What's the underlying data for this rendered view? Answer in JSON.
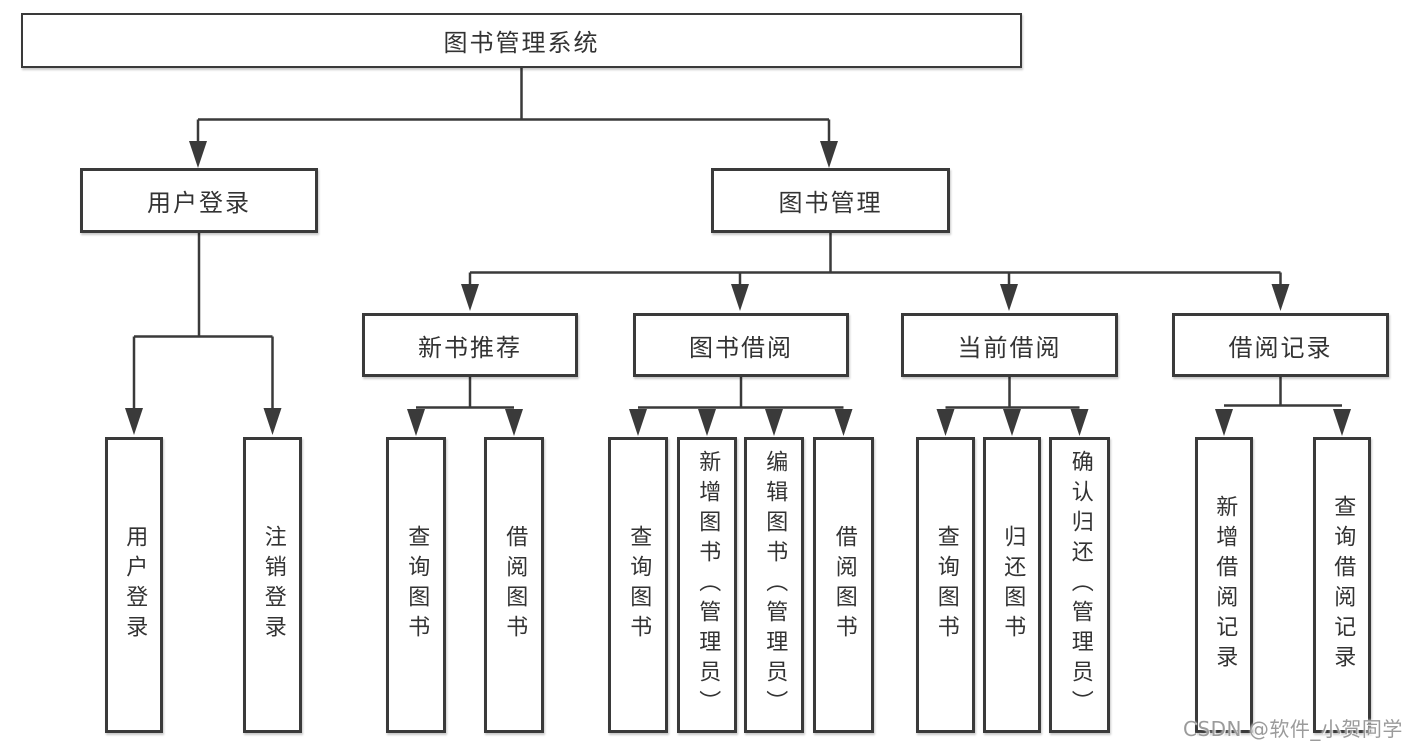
{
  "diagram_title": "图书管理系统",
  "colors": {
    "line": "#3a3a3a",
    "box_border": "#3a3a3a",
    "text": "#333333",
    "background": "#ffffff",
    "watermark": "#9b9b9b"
  },
  "watermark": {
    "text": "CSDN @软件_小贺同学"
  },
  "nodes": {
    "root": {
      "label": "图书管理系统"
    },
    "branches": [
      {
        "label": "用户登录",
        "children": [
          {
            "label": "用户登录"
          },
          {
            "label": "注销登录"
          }
        ]
      },
      {
        "label": "图书管理",
        "children": [
          {
            "label": "新书推荐",
            "children": [
              {
                "label": "查询图书"
              },
              {
                "label": "借阅图书"
              }
            ]
          },
          {
            "label": "图书借阅",
            "children": [
              {
                "label": "查询图书"
              },
              {
                "label": "新增图书（管理员）"
              },
              {
                "label": "编辑图书（管理员）"
              },
              {
                "label": "借阅图书"
              }
            ]
          },
          {
            "label": "当前借阅",
            "children": [
              {
                "label": "查询图书"
              },
              {
                "label": "归还图书"
              },
              {
                "label": "确认归还（管理员）"
              }
            ]
          },
          {
            "label": "借阅记录",
            "children": [
              {
                "label": "新增借阅记录"
              },
              {
                "label": "查询借阅记录"
              }
            ]
          }
        ]
      }
    ]
  }
}
